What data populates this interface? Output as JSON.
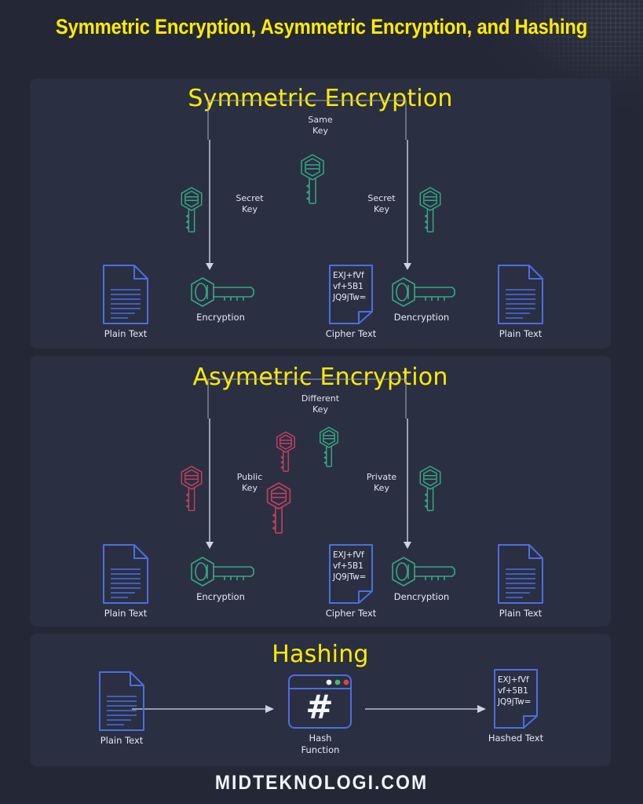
{
  "page": {
    "main_title": "Symmetric Encryption, Asymmetric Encryption,\nand Hashing",
    "footer": "MIDTEKNOLOGI.COM",
    "colors": {
      "background": "#242736",
      "panel": "#2b2f42",
      "title_yellow": "#ffec00",
      "document_blue": "#4a6fe0",
      "key_teal": "#34a884",
      "key_red": "#c2415f",
      "text_light": "#e6e9f3",
      "bracket_grey": "#9aa0b4",
      "footer_white": "#f2f4fa"
    }
  },
  "panels": [
    {
      "id": "symmetric",
      "title": "Symmetric Encryption",
      "key_note": "Same\nKey",
      "left_key_label": "Secret\nKey",
      "right_key_label": "Secret\nKey",
      "left_key_color": "teal",
      "right_key_color": "teal",
      "center_key_color": "teal",
      "nodes": [
        {
          "name": "plain-text-input",
          "label": "Plain Text",
          "icon": "document-icon"
        },
        {
          "name": "encryption",
          "label": "Encryption",
          "icon": "key-horizontal-icon"
        },
        {
          "name": "cipher-text",
          "label": "Cipher Text",
          "icon": "cipher-document-icon",
          "content": "EXJ+fVf\nvf+5B1\nJQ9jTw="
        },
        {
          "name": "decryption",
          "label": "Dencryption",
          "icon": "key-horizontal-icon"
        },
        {
          "name": "plain-text-output",
          "label": "Plain Text",
          "icon": "document-icon"
        }
      ]
    },
    {
      "id": "asymmetric",
      "title": "Asymetric Encryption",
      "key_note": "Different\nKey",
      "left_key_label": "Public\nKey",
      "right_key_label": "Private\nKey",
      "left_key_color": "red",
      "right_key_color": "teal",
      "center_keys": [
        "red",
        "teal",
        "red"
      ],
      "nodes": [
        {
          "name": "plain-text-input",
          "label": "Plain Text",
          "icon": "document-icon"
        },
        {
          "name": "encryption",
          "label": "Encryption",
          "icon": "key-horizontal-icon"
        },
        {
          "name": "cipher-text",
          "label": "Cipher Text",
          "icon": "cipher-document-icon",
          "content": "EXJ+fVf\nvf+5B1\nJQ9jTw="
        },
        {
          "name": "decryption",
          "label": "Dencryption",
          "icon": "key-horizontal-icon"
        },
        {
          "name": "plain-text-output",
          "label": "Plain Text",
          "icon": "document-icon"
        }
      ]
    },
    {
      "id": "hashing",
      "title": "Hashing",
      "nodes": [
        {
          "name": "plain-text-input",
          "label": "Plain Text",
          "icon": "document-icon"
        },
        {
          "name": "hash-function",
          "label": "Hash\nFunction",
          "icon": "hash-window-icon",
          "glyph": "#"
        },
        {
          "name": "hashed-text",
          "label": "Hashed Text",
          "icon": "cipher-document-icon",
          "content": "EXJ+fVf\nvf+5B1\nJQ9jTw="
        }
      ]
    }
  ]
}
